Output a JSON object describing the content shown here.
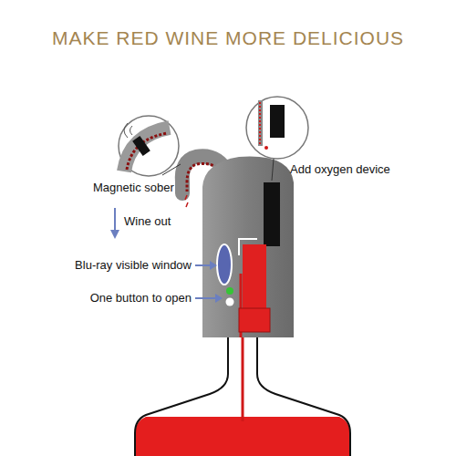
{
  "diagram": {
    "title": "MAKE RED WINE MORE DELICIOUS",
    "labels": [
      "Magnetic sober",
      "Add oxygen device",
      "Wine out",
      "Blu-ray visible window",
      "One button to open"
    ]
  }
}
